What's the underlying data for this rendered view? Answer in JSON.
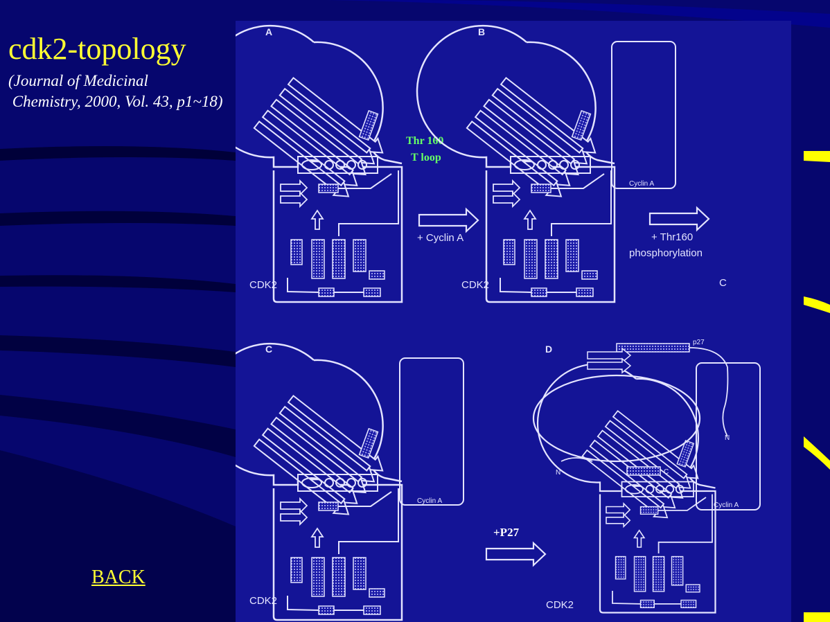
{
  "slide": {
    "title": "cdk2-topology",
    "citation_line1": "(Journal of Medicinal",
    "citation_line2": " Chemistry, 2000, Vol. 43, p1~18)",
    "back_label": "BACK"
  },
  "colors": {
    "background": "#06066e",
    "figure_bg": "#141496",
    "title": "#ffff33",
    "line": "#e4e4ff",
    "thr_label": "#66ff66",
    "accent_stripe": "#ffff00"
  },
  "figure": {
    "panels": [
      {
        "letter": "A",
        "kinase_label": "CDK2"
      },
      {
        "letter": "B",
        "kinase_label": "CDK2",
        "cyclin_label": "Cyclin A"
      },
      {
        "letter": "C",
        "kinase_label": "CDK2",
        "cyclin_label": "Cyclin A"
      },
      {
        "letter": "D",
        "kinase_label": "CDK2",
        "cyclin_label": "Cyclin A",
        "inhibitor_label": "p27"
      }
    ],
    "thr_label_line1": "Thr 160",
    "thr_label_line2": "T loop",
    "arrow1_label": "+ Cyclin A",
    "arrow2_label_line1": "+ Thr160",
    "arrow2_label_line2": "phosphorylation",
    "arrow2_target": "C",
    "arrow3_label": "+P27",
    "terminus_n": "N",
    "terminus_c": "C"
  }
}
